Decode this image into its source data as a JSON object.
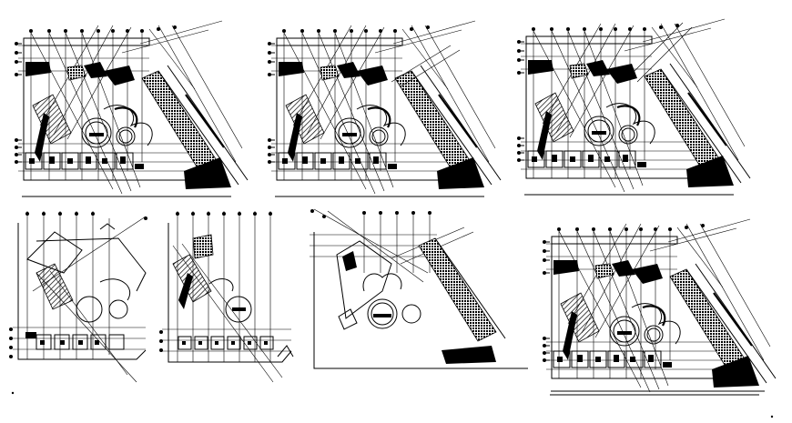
{
  "drawing": {
    "background": "#ffffff",
    "ink": "#000000",
    "plans": [
      {
        "id": "plan-top-left"
      },
      {
        "id": "plan-top-middle"
      },
      {
        "id": "plan-top-right"
      },
      {
        "id": "plan-bottom-1"
      },
      {
        "id": "plan-bottom-2"
      },
      {
        "id": "plan-bottom-3"
      },
      {
        "id": "plan-bottom-4"
      }
    ]
  }
}
